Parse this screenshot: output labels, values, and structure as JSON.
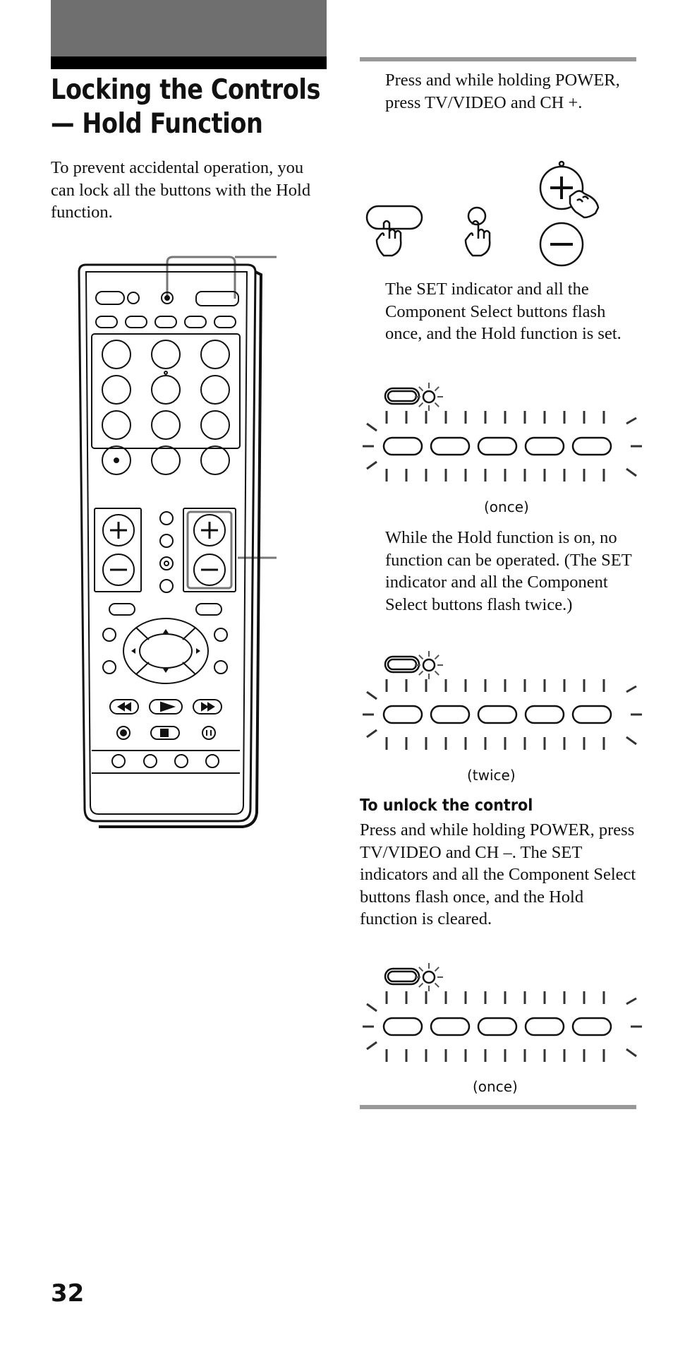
{
  "header": {
    "title_line1": "Locking the Controls",
    "title_line2": "— Hold Function"
  },
  "intro": "To prevent accidental operation, you can lock all the buttons with the Hold function.",
  "steps": {
    "step1": "Press and while holding POWER, press TV/VIDEO and CH +.",
    "step2": "The SET indicator and all the Component Select buttons flash once, and the Hold function is set.",
    "step3": "While the Hold function is on, no function can be operated. (The SET indicator and all the Component Select buttons flash twice.)"
  },
  "captions": {
    "once1": "(once)",
    "twice": "(twice)",
    "once2": "(once)"
  },
  "unlock": {
    "heading": "To unlock the control",
    "text": "Press and while holding POWER, press TV/VIDEO and CH –. The SET indicators and all the Component Select buttons flash once, and the Hold function is cleared."
  },
  "page_number": "32",
  "colors": {
    "gray_block": "#6f6f6f",
    "rule": "#999999"
  }
}
